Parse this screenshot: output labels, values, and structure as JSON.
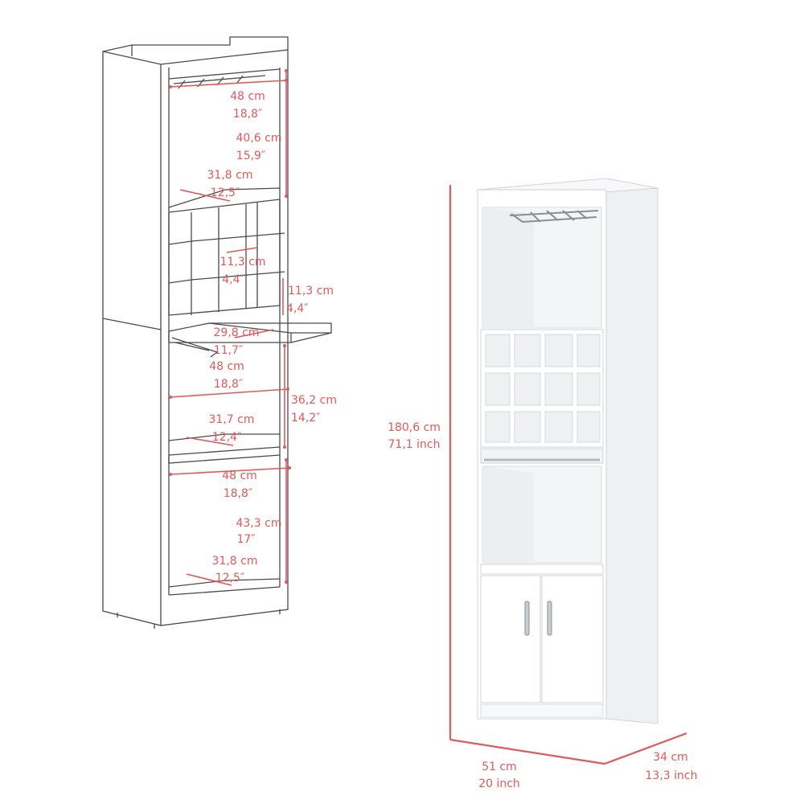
{
  "colors": {
    "line": "#4a4a4a",
    "dimension": "#e0595b",
    "panel_front": "#ffffff",
    "panel_side": "#eef0f2",
    "panel_shadow": "#dfe2e5"
  },
  "left_drawing": {
    "upper": {
      "width": {
        "cm": "48 cm",
        "inch": "18,8″"
      },
      "height": {
        "cm": "40,6 cm",
        "inch": "15,9″"
      },
      "depth": {
        "cm": "31,8 cm",
        "inch": "12,5″"
      }
    },
    "wine_cubby": {
      "width": {
        "cm": "11,3 cm",
        "inch": "4,4″"
      },
      "height": {
        "cm": "11,3 cm",
        "inch": "4,4″"
      }
    },
    "pullout": {
      "depth": {
        "cm": "29,8 cm",
        "inch": "11,7″"
      }
    },
    "middle": {
      "width": {
        "cm": "48 cm",
        "inch": "18,8″"
      },
      "height": {
        "cm": "36,2 cm",
        "inch": "14,2″"
      },
      "depth": {
        "cm": "31,7 cm",
        "inch": "12,4″"
      }
    },
    "lower": {
      "width": {
        "cm": "48 cm",
        "inch": "18,8″"
      },
      "height": {
        "cm": "43,3 cm",
        "inch": "17″"
      },
      "depth": {
        "cm": "31,8 cm",
        "inch": "12,5″"
      }
    }
  },
  "right_drawing": {
    "height": {
      "cm": "180,6 cm",
      "inch": "71,1 inch"
    },
    "width": {
      "cm": "51 cm",
      "inch": "20 inch"
    },
    "depth": {
      "cm": "34 cm",
      "inch": "13,3 inch"
    }
  }
}
